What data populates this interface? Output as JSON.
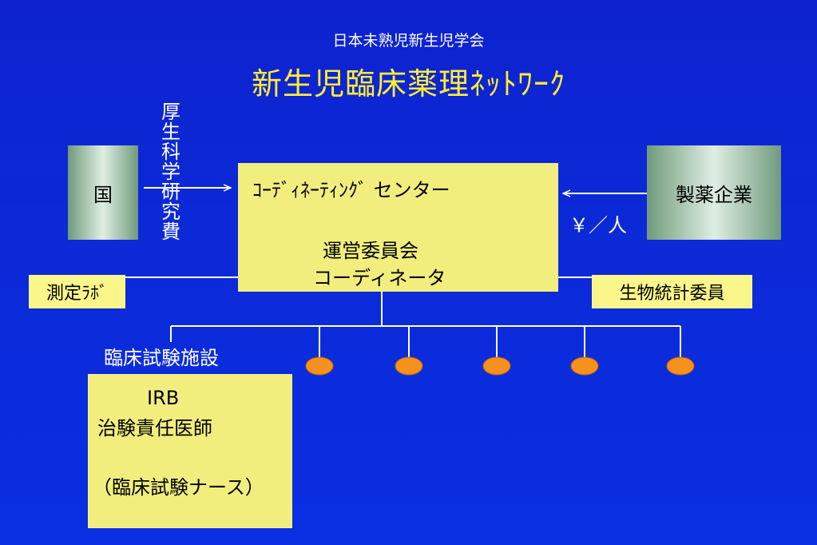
{
  "header": {
    "subtitle": "日本未熟児新生児学会",
    "title": "新生児臨床薬理ﾈｯﾄﾜｰｸ"
  },
  "nodes": {
    "country": "国",
    "grant_chars": [
      "厚",
      "生",
      "科",
      "学",
      "研",
      "究",
      "費"
    ],
    "pharma": "製薬企業",
    "payment": "￥／人",
    "center_title": "ｺｰﾃﾞｨﾈｰﾃｨﾝｸﾞ センター",
    "center_line1": "運営委員会",
    "center_line2": "コーディネータ",
    "lab": "測定ﾗﾎﾞ",
    "biostat": "生物統計委員",
    "facilities": "臨床試験施設",
    "facility_line1": "IRB",
    "facility_line2": "治験責任医師",
    "facility_line3": "（臨床試験ナース）"
  },
  "colors": {
    "background": "#0c2ad8",
    "title": "#ffee33",
    "center_box": "#f2ee7e",
    "node_circle": "#f5921e",
    "lines": "#ffffff"
  }
}
